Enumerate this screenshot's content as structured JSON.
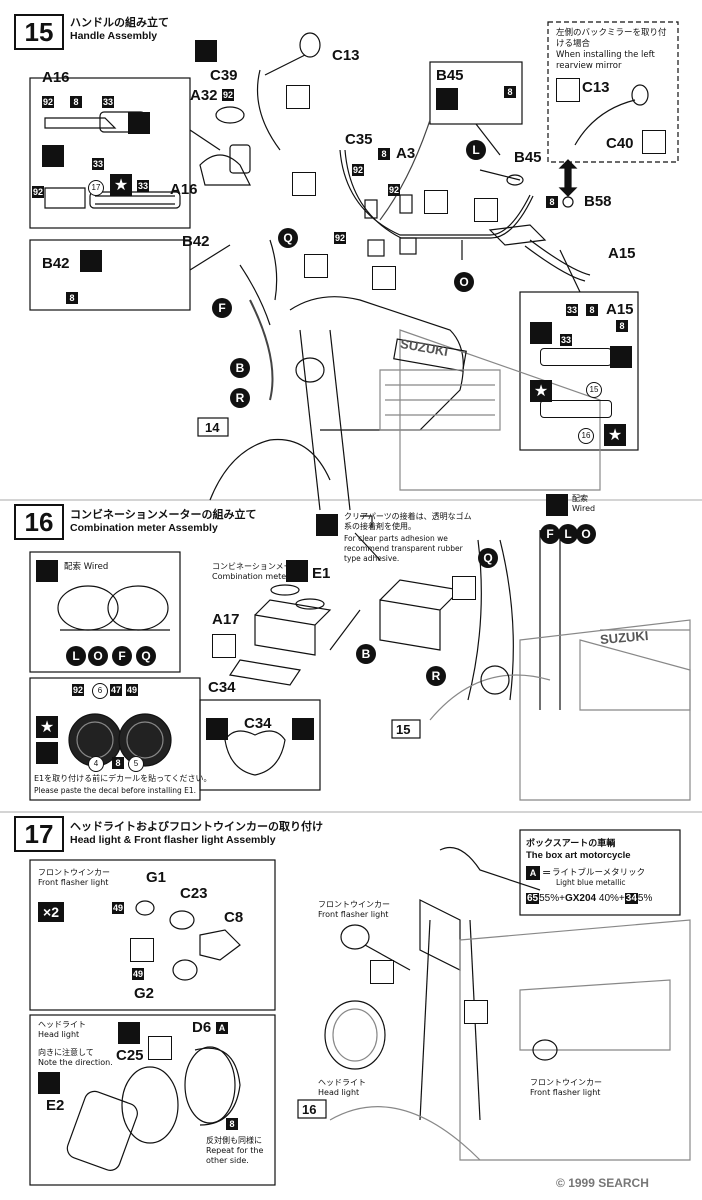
{
  "step15": {
    "number": "15",
    "title_jp": "ハンドルの組み立て",
    "title_en": "Handle Assembly",
    "mirror_note_jp": "左側のバックミラーを取り付ける場合",
    "mirror_note_en": "When installing the left rearview mirror",
    "labels": {
      "a16_top": "A16",
      "a16": "A16",
      "a32": "A32",
      "c39": "C39",
      "c13": "C13",
      "c35": "C35",
      "a3": "A3",
      "b45_box": "B45",
      "b45": "B45",
      "b58": "B58",
      "a15": "A15",
      "a15_box": "A15",
      "b42": "B42",
      "b42_box": "B42",
      "c13_mirror": "C13",
      "c40": "C40",
      "ref14": "14"
    },
    "parts": {
      "p92a": "92",
      "p8a": "8",
      "p33a": "33",
      "p33b": "33",
      "p92b": "92",
      "p17": "17",
      "p33c": "33",
      "p92c": "92",
      "p8b": "8",
      "p92d": "92",
      "p92e": "92",
      "p92f": "92",
      "p8c": "8",
      "p8d": "8",
      "p8e": "8",
      "p33d": "33",
      "p8f": "8",
      "p8g": "8",
      "p33e": "33",
      "p15": "15",
      "p16": "16"
    },
    "letters": {
      "Q": "Q",
      "L": "L",
      "O": "O",
      "F": "F",
      "B": "B",
      "R": "R"
    }
  },
  "step16": {
    "number": "16",
    "title_jp": "コンビネーションメーターの組み立て",
    "title_en": "Combination meter Assembly",
    "wired_jp": "配索",
    "wired_en": "Wired",
    "clear_jp": "クリアパーツの接着は、透明なゴム系の接着剤を使用。",
    "clear_en": "For clear parts adhesion we recommend transparent rubber type adhesive.",
    "combo_jp": "コンビネーションメーター",
    "combo_en": "Combination meter",
    "decal_jp": "E1を取り付ける前にデカールを貼ってください。",
    "decal_en": "Please paste the decal before installing E1.",
    "labels": {
      "e1": "E1",
      "a17": "A17",
      "c34": "C34",
      "c34_box": "C34",
      "ref15": "15"
    },
    "parts": {
      "p92": "92",
      "p6": "6",
      "p47": "47",
      "p49": "49",
      "p4": "4",
      "p8": "8",
      "p5": "5"
    },
    "letters_bottom": [
      "L",
      "O",
      "F",
      "Q"
    ],
    "letters_top": [
      "F",
      "L",
      "O"
    ],
    "letter_b": "B",
    "letter_r": "R",
    "letter_q": "Q"
  },
  "step17": {
    "number": "17",
    "title_jp": "ヘッドライトおよびフロントウインカーの取り付け",
    "title_en": "Head light & Front flasher light Assembly",
    "flasher_jp": "フロントウインカー",
    "flasher_en": "Front flasher light",
    "multiplier": "×2",
    "headlight_jp": "ヘッドライト",
    "headlight_en": "Head light",
    "direction_jp": "向きに注意して",
    "direction_en": "Note the direction.",
    "repeat_jp": "反対側も同様に",
    "repeat_en": "Repeat for the other side.",
    "flasher_main_jp": "フロントウインカー",
    "flasher_main_en": "Front flasher light",
    "headlight_main_jp": "ヘッドライト",
    "headlight_main_en": "Head light",
    "flasher_right_jp": "フロントウインカー",
    "flasher_right_en": "Front flasher light",
    "labels": {
      "g1": "G1",
      "c23": "C23",
      "c8": "C8",
      "g2": "G2",
      "d6": "D6",
      "c25": "C25",
      "e2": "E2",
      "ref16": "16"
    },
    "parts": {
      "p49a": "49",
      "p49b": "49",
      "p8": "8",
      "pA": "A"
    },
    "box_art": {
      "title_jp": "ボックスアートの車輌",
      "title_en": "The box art motorcycle",
      "key": "A",
      "eq": "=",
      "color_jp": "ライトブルーメタリック",
      "color_en": "Light blue metallic",
      "formula": {
        "c1": "65",
        "p1": "55%",
        "plus1": "+",
        "c2": "GX204",
        "p2": "40%",
        "plus2": "+",
        "c3": "34",
        "p3": "5%"
      }
    }
  },
  "footer": {
    "copyright": "©",
    "logo": "1999 SEARCH"
  },
  "brand_on_tank": "SUZUKI"
}
